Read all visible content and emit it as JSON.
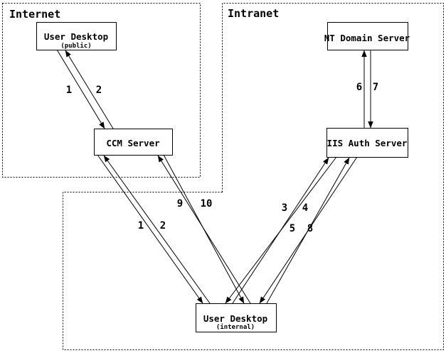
{
  "colors": {
    "line": "#000000",
    "background": "#ffffff"
  },
  "zones": {
    "internet": {
      "label": "Internet"
    },
    "intranet": {
      "label": "Intranet"
    }
  },
  "nodes": {
    "user_desktop_public": {
      "title": "User Desktop",
      "subtitle": "(public)"
    },
    "ccm_server": {
      "title": "CCM Server"
    },
    "nt_domain_server": {
      "title": "NT Domain Server"
    },
    "iis_auth_server": {
      "title": "IIS Auth Server"
    },
    "user_desktop_internal": {
      "title": "User Desktop",
      "subtitle": "(internal)"
    }
  },
  "flows": {
    "step1_public": {
      "label": "1"
    },
    "step2_public": {
      "label": "2"
    },
    "step1_internal": {
      "label": "1"
    },
    "step2_internal": {
      "label": "2"
    },
    "step3": {
      "label": "3"
    },
    "step4": {
      "label": "4"
    },
    "step5": {
      "label": "5"
    },
    "step6": {
      "label": "6"
    },
    "step7": {
      "label": "7"
    },
    "step8": {
      "label": "8"
    },
    "step9": {
      "label": "9"
    },
    "step10": {
      "label": "10"
    }
  }
}
